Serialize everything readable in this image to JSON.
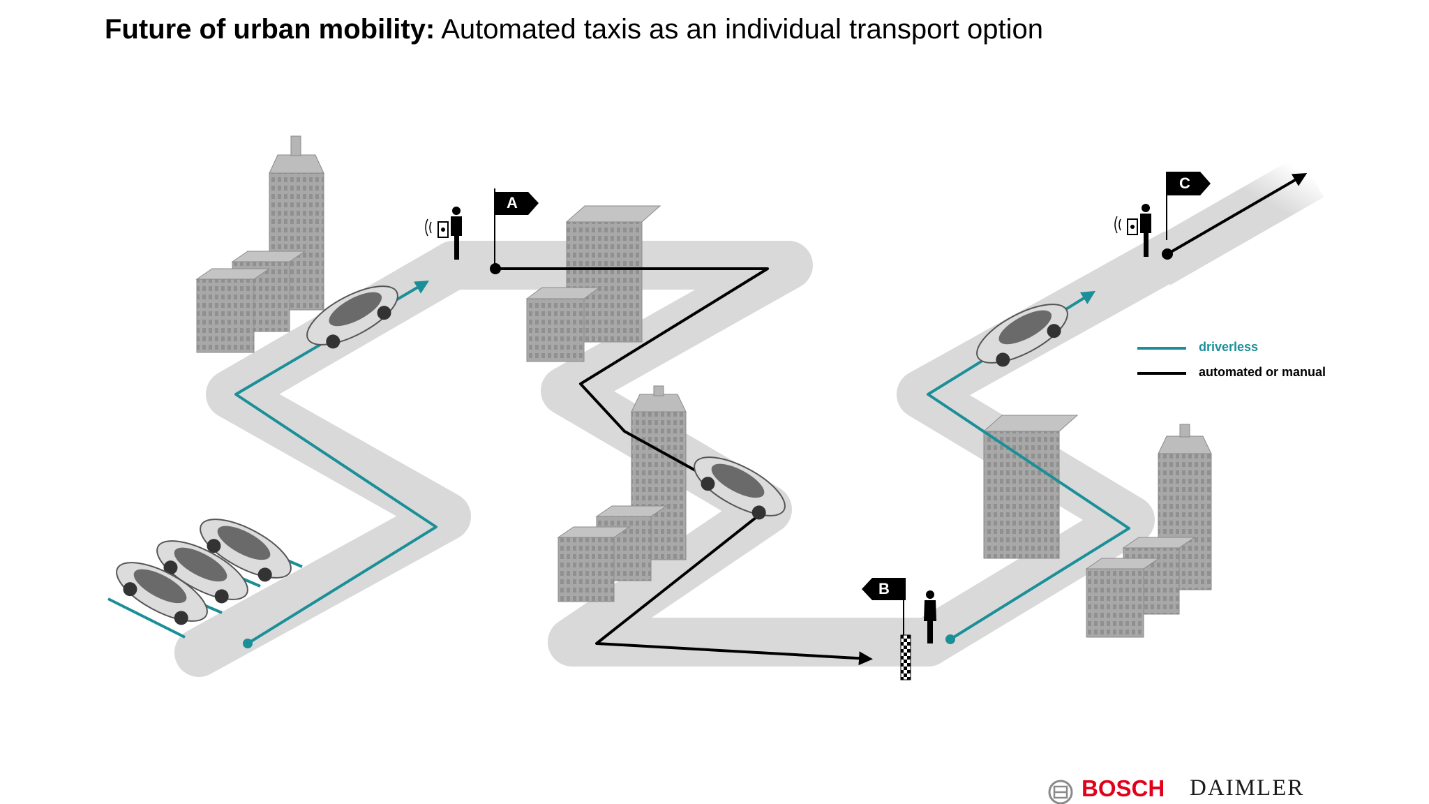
{
  "title": {
    "bold": "Future of urban mobility:",
    "rest": " Automated taxis as an individual transport option"
  },
  "flags": {
    "a": "A",
    "b": "B",
    "c": "C"
  },
  "legend": {
    "driverless": "driverless",
    "manual": "automated or manual"
  },
  "logos": {
    "bosch": "BOSCH",
    "daimler": "DAIMLER"
  },
  "colors": {
    "driverless_route": "#1b8f98",
    "manual_route": "#000000",
    "road": "#d9d9d9",
    "building": "#a6a6a6",
    "bosch_red": "#e2001a"
  }
}
